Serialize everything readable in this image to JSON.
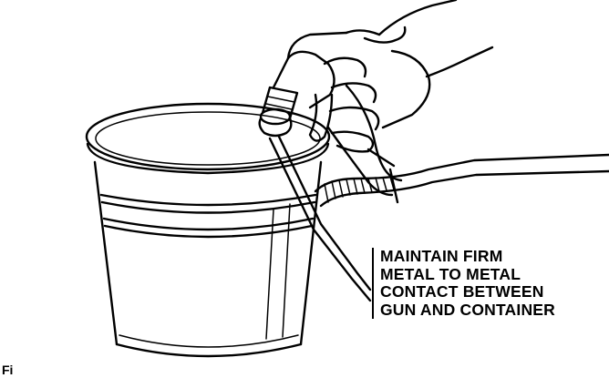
{
  "callout": {
    "lines": [
      "MAINTAIN FIRM",
      "METAL TO METAL",
      "CONTACT BETWEEN",
      "GUN AND CONTAINER"
    ]
  },
  "figure_mark": "Fi",
  "icons": {
    "bucket": "metal-bucket-icon",
    "gun": "spray-gun-icon",
    "hand": "hand-icon",
    "hose": "hose-icon"
  }
}
